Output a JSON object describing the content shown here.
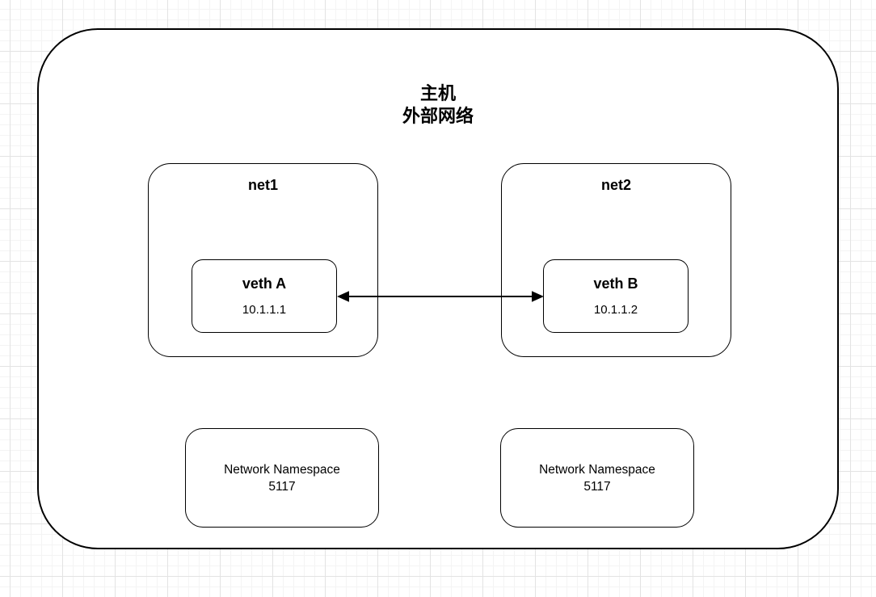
{
  "diagram": {
    "host": {
      "title_line1": "主机",
      "title_line2": "外部网络"
    },
    "net1": {
      "label": "net1",
      "veth": {
        "name": "veth A",
        "ip": "10.1.1.1"
      }
    },
    "net2": {
      "label": "net2",
      "veth": {
        "name": "veth B",
        "ip": "10.1.1.2"
      }
    },
    "namespace_left": {
      "line1": "Network Namespace",
      "line2": "5117"
    },
    "namespace_right": {
      "line1": "Network Namespace",
      "line2": "5117"
    },
    "connection_icon": "double-headed-arrow",
    "colors": {
      "stroke": "#000000",
      "shape_fill": "#ffffff",
      "grid_minor": "#f4f4f4",
      "grid_major": "#e3e3e3"
    }
  }
}
